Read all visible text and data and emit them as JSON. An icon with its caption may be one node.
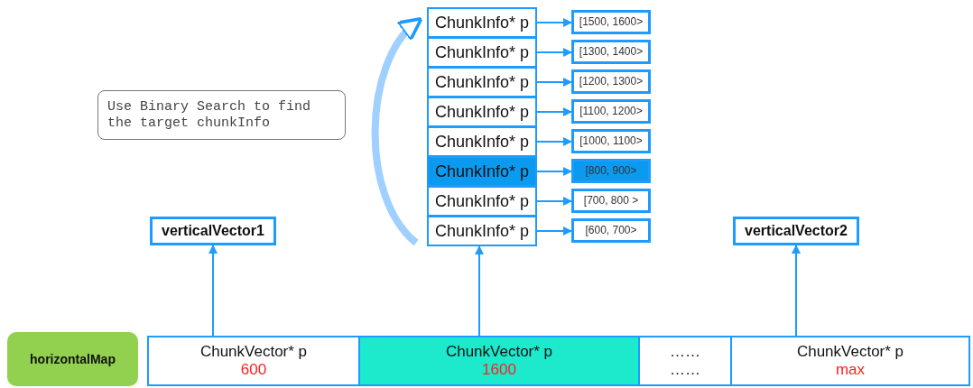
{
  "diagram": {
    "nodes": [
      {
        "text": [
          "horizontalMap"
        ]
      },
      {
        "text": [
          "ChunkVector* p",
          "600"
        ]
      },
      {
        "text": [
          "ChunkVector* p",
          "1600"
        ]
      },
      {
        "text": [
          "……",
          "……"
        ]
      },
      {
        "text": [
          "ChunkVector* p",
          "max"
        ]
      },
      {
        "text": [
          "verticalVector1"
        ]
      },
      {
        "text": [
          "verticalVector2"
        ]
      },
      {
        "text": [
          "ChunkInfo* p"
        ]
      },
      {
        "text": [
          "ChunkInfo* p"
        ]
      },
      {
        "text": [
          "ChunkInfo* p"
        ]
      },
      {
        "text": [
          "ChunkInfo* p"
        ]
      },
      {
        "text": [
          "ChunkInfo* p"
        ]
      },
      {
        "text": [
          "ChunkInfo* p"
        ]
      },
      {
        "text": [
          "ChunkInfo* p"
        ]
      },
      {
        "text": [
          "ChunkInfo* p"
        ]
      },
      {
        "text": [
          "[1500, 1600>"
        ]
      },
      {
        "text": [
          "[1300, 1400>"
        ]
      },
      {
        "text": [
          "[1200, 1300>"
        ]
      },
      {
        "text": [
          "[1100, 1200>"
        ]
      },
      {
        "text": [
          "[1000, 1100>"
        ]
      },
      {
        "text": [
          "[800, 900>"
        ]
      },
      {
        "text": [
          "[700, 800 >"
        ]
      },
      {
        "text": [
          "[600, 700>"
        ]
      },
      {
        "text": [
          "Use Binary Search to find the target chunkInfo"
        ]
      }
    ],
    "edges": [
      {
        "from": 1,
        "to": 5,
        "arrow": "to"
      },
      {
        "from": 2,
        "to": 14,
        "arrow": "to"
      },
      {
        "from": 4,
        "to": 6,
        "arrow": "to"
      },
      {
        "from": 7,
        "to": 15,
        "arrow": "to"
      },
      {
        "from": 8,
        "to": 16,
        "arrow": "to"
      },
      {
        "from": 9,
        "to": 17,
        "arrow": "to"
      },
      {
        "from": 10,
        "to": 18,
        "arrow": "to"
      },
      {
        "from": 11,
        "to": 19,
        "arrow": "to"
      },
      {
        "from": 12,
        "to": 20,
        "arrow": "to"
      },
      {
        "from": 13,
        "to": 21,
        "arrow": "to"
      },
      {
        "from": 14,
        "to": 22,
        "arrow": "to"
      },
      {
        "from": 14,
        "to": 7,
        "arrow": "to",
        "style": "thick",
        "color": "#9fd0ff"
      }
    ]
  }
}
